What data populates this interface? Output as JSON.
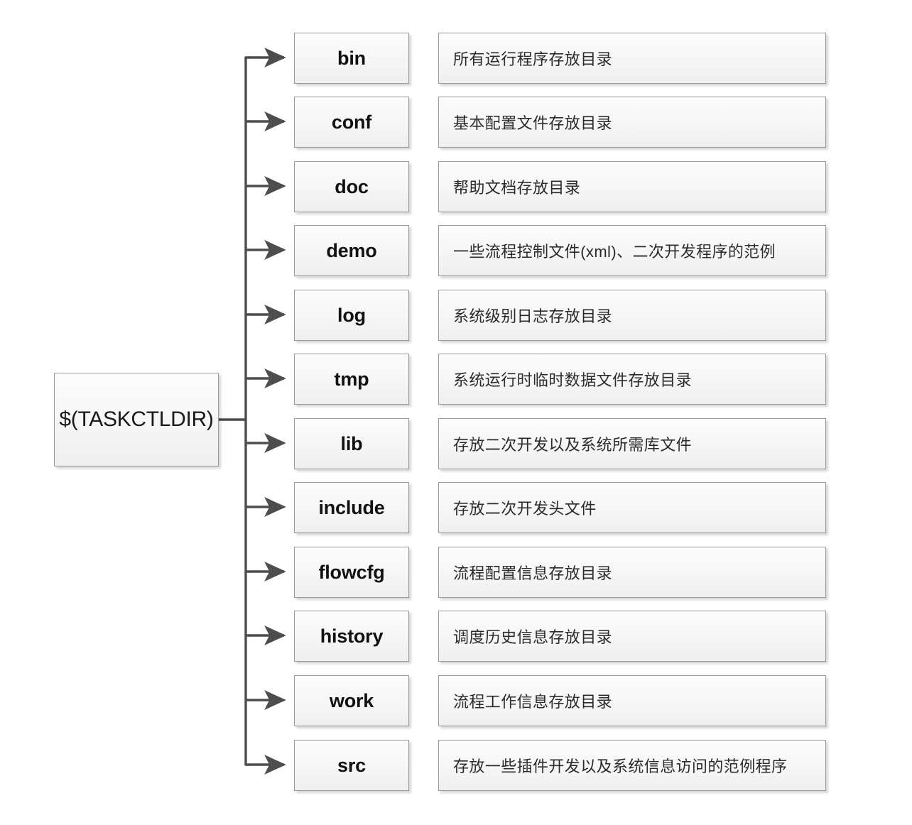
{
  "diagram": {
    "title": "TASKCTLDIR directory structure",
    "background_color": "#ffffff",
    "line_color": "#4d4d4d",
    "box_border_color": "#9a9a9a",
    "box_fill_top": "#fcfcfc",
    "box_fill_bottom": "#efefef",
    "text_color": "#1a1a1a",
    "root": {
      "label": "$(TASKCTLDIR)"
    },
    "children": [
      {
        "name": "bin",
        "description": "所有运行程序存放目录"
      },
      {
        "name": "conf",
        "description": "基本配置文件存放目录"
      },
      {
        "name": "doc",
        "description": "帮助文档存放目录"
      },
      {
        "name": "demo",
        "description": "一些流程控制文件(xml)、二次开发程序的范例"
      },
      {
        "name": "log",
        "description": "系统级别日志存放目录"
      },
      {
        "name": "tmp",
        "description": "系统运行时临时数据文件存放目录"
      },
      {
        "name": "lib",
        "description": "存放二次开发以及系统所需库文件"
      },
      {
        "name": "include",
        "description": "存放二次开发头文件"
      },
      {
        "name": "flowcfg",
        "description": "流程配置信息存放目录"
      },
      {
        "name": "history",
        "description": "调度历史信息存放目录"
      },
      {
        "name": "work",
        "description": "流程工作信息存放目录"
      },
      {
        "name": "src",
        "description": "存放一些插件开发以及系统信息访问的范例程序"
      }
    ]
  }
}
